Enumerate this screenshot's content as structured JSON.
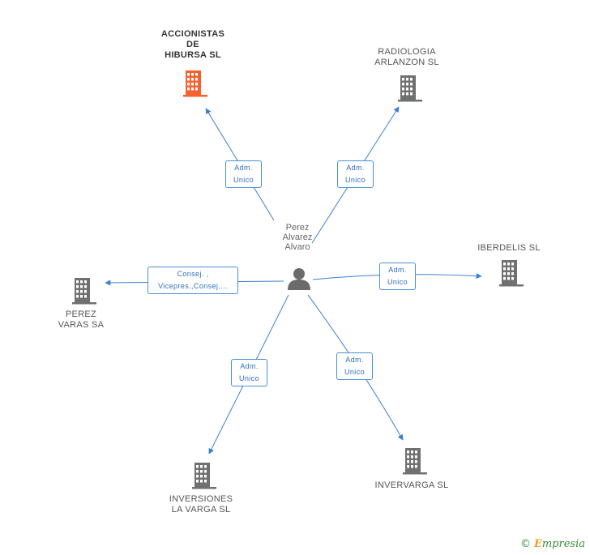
{
  "center": {
    "name_lines": [
      "Perez",
      "Alvarez",
      "Alvaro"
    ],
    "icon": "person-icon"
  },
  "nodes": [
    {
      "id": "accionistas",
      "lines": [
        "ACCIONISTAS",
        "DE",
        "HIBURSA SL"
      ],
      "highlight": true,
      "icon": "building-icon",
      "color": "#f4622f"
    },
    {
      "id": "radiologia",
      "lines": [
        "RADIOLOGIA",
        "ARLANZON SL"
      ],
      "highlight": false,
      "icon": "building-icon",
      "color": "#707070"
    },
    {
      "id": "iberdelis",
      "lines": [
        "IBERDELIS SL"
      ],
      "highlight": false,
      "icon": "building-icon",
      "color": "#707070"
    },
    {
      "id": "perez-varas",
      "lines": [
        "PEREZ",
        "VARAS SA"
      ],
      "highlight": false,
      "icon": "building-icon",
      "color": "#707070"
    },
    {
      "id": "inversiones",
      "lines": [
        "INVERSIONES",
        "LA VARGA SL"
      ],
      "highlight": false,
      "icon": "building-icon",
      "color": "#707070"
    },
    {
      "id": "invervarga",
      "lines": [
        "INVERVARGA SL"
      ],
      "highlight": false,
      "icon": "building-icon",
      "color": "#707070"
    }
  ],
  "edges": [
    {
      "to": "accionistas",
      "label_lines": [
        "Adm.",
        "Unico"
      ]
    },
    {
      "to": "radiologia",
      "label_lines": [
        "Adm.",
        "Unico"
      ]
    },
    {
      "to": "iberdelis",
      "label_lines": [
        "Adm.",
        "Unico"
      ]
    },
    {
      "to": "perez-varas",
      "label_lines": [
        "Consej. ,",
        "Vicepres.,Consej...."
      ]
    },
    {
      "to": "inversiones",
      "label_lines": [
        "Adm.",
        "Unico"
      ]
    },
    {
      "to": "invervarga",
      "label_lines": [
        "Adm.",
        "Unico"
      ]
    }
  ],
  "colors": {
    "edge": "#3b7fd4",
    "label_border": "#4a8fd8",
    "label_text": "#2f6fbf"
  },
  "footer": {
    "copyright": "©",
    "brand_first": "E",
    "brand_rest": "mpresia"
  }
}
